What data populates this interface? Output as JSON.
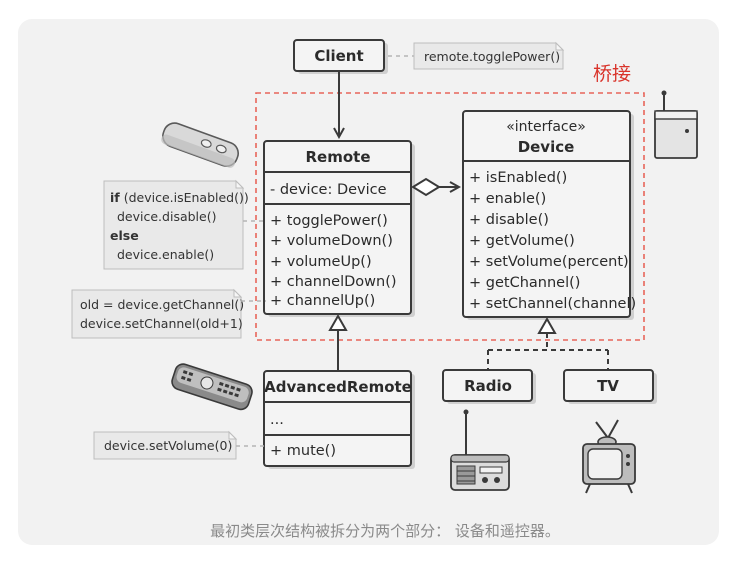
{
  "pattern_label": "桥接",
  "caption": "最初类层次结构被拆分为两个部分： 设备和遥控器。",
  "client": {
    "title": "Client"
  },
  "client_note": "remote.togglePower()",
  "remote": {
    "title": "Remote",
    "field": "- device: Device",
    "methods": [
      "+ togglePower()",
      "+ volumeDown()",
      "+ volumeUp()",
      "+ channelDown()",
      "+ channelUp()"
    ]
  },
  "device": {
    "stereotype": "«interface»",
    "title": "Device",
    "methods": [
      "+ isEnabled()",
      "+ enable()",
      "+ disable()",
      "+ getVolume()",
      "+ setVolume(percent)",
      "+ getChannel()",
      "+ setChannel(channel)"
    ]
  },
  "advanced_remote": {
    "title": "AdvancedRemote",
    "field": "...",
    "methods": [
      "+ mute()"
    ]
  },
  "radio": {
    "title": "Radio"
  },
  "tv": {
    "title": "TV"
  },
  "note_power": {
    "line1_kw": "if",
    "line1_rest": " (device.isEnabled())",
    "line2": "device.disable()",
    "line3_kw": "else",
    "line4": "device.enable()"
  },
  "note_channel": {
    "line1": "old = device.getChannel()",
    "line2": "device.setChannel(old+1)"
  },
  "note_volume": {
    "line1": "device.setVolume(0)"
  },
  "colors": {
    "bridge_border": "#e8655a",
    "bridge_label": "#d9342b",
    "box_fill": "#f4f4f4",
    "box_stroke": "#3a3a3a",
    "note_fill": "#e9e9e9",
    "panel_bg": "#f2f2f2"
  },
  "icons": {
    "simple_remote": "remote-control-icon",
    "advanced_remote": "advanced-remote-icon",
    "device": "wireless-device-icon",
    "radio": "radio-icon",
    "tv": "tv-icon"
  }
}
